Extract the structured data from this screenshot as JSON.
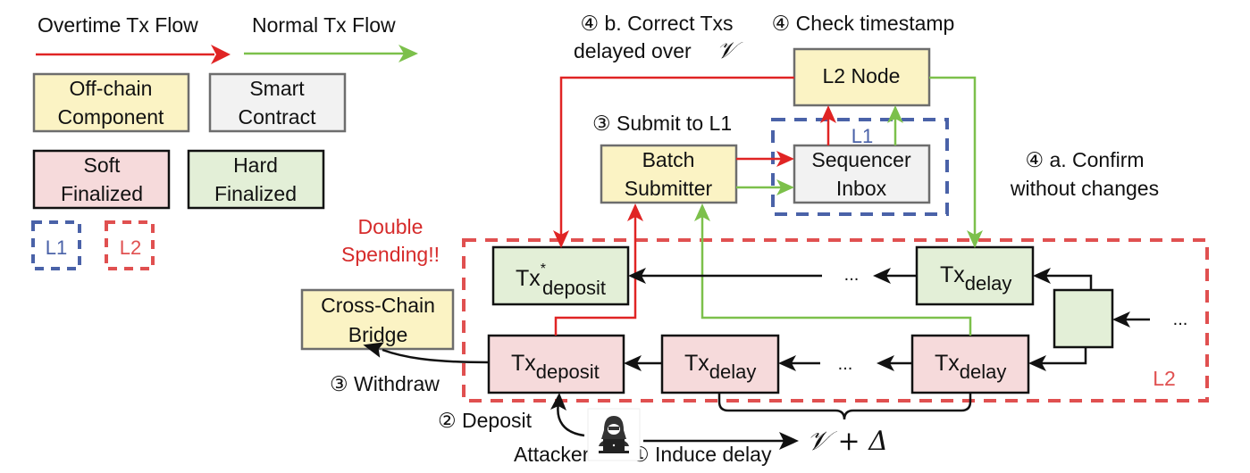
{
  "legend": {
    "overtime_flow": "Overtime Tx Flow",
    "normal_flow": "Normal Tx Flow",
    "offchain_line1": "Off-chain",
    "offchain_line2": "Component",
    "smart_line1": "Smart",
    "smart_line2": "Contract",
    "soft_line1": "Soft",
    "soft_line2": "Finalized",
    "hard_line1": "Hard",
    "hard_line2": "Finalized",
    "l1": "L1",
    "l2": "L2"
  },
  "colors": {
    "overtime": "#e02424",
    "normal": "#7cc04b",
    "offchain": "#fbf3c4",
    "smart_contract": "#f2f2f2",
    "soft_finalized": "#f6dadb",
    "hard_finalized": "#e3efd7",
    "l1_border": "#4a62a8",
    "l2_border": "#e05050"
  },
  "annotations": {
    "step4b_line1": "④ b. Correct Txs",
    "step4b_line2": "delayed over",
    "step4b_symbol": "𝒱",
    "step4_check": "④ Check timestamp",
    "step3_submit": "③  Submit to L1",
    "step4a_line1": "④ a. Confirm",
    "step4a_line2": "without changes",
    "double_spend_line1": "Double",
    "double_spend_line2": "Spending!!",
    "step3_withdraw": "③ Withdraw",
    "step2_deposit": "② Deposit",
    "attacker": "Attacker",
    "step1_induce": "① Induce delay",
    "delay_bound": "𝒱 + Δ"
  },
  "nodes": {
    "l2_node": "L2 Node",
    "batch_line1": "Batch",
    "batch_line2": "Submitter",
    "seq_line1": "Sequencer",
    "seq_line2": "Inbox",
    "l1_region": "L1",
    "l2_region": "L2",
    "bridge_line1": "Cross-Chain",
    "bridge_line2": "Bridge",
    "tx_base": "Tx",
    "deposit_star_sup": "*",
    "deposit_sub": "deposit",
    "delay_sub": "delay",
    "ellipsis": "..."
  }
}
